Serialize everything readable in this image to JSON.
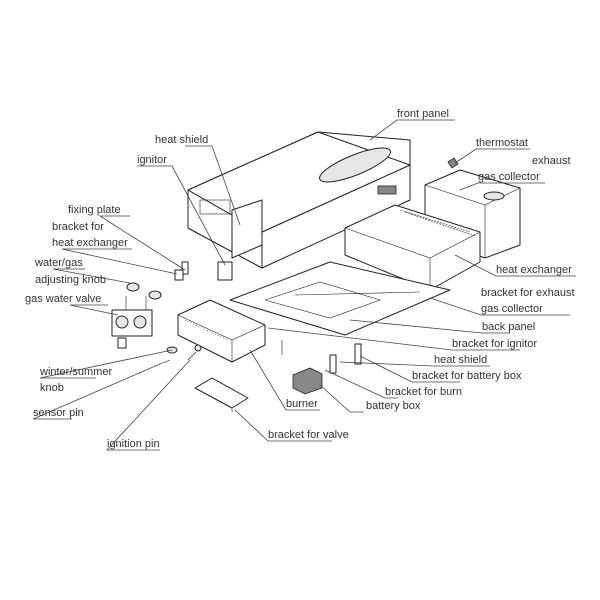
{
  "diagram": {
    "labels": {
      "front_panel": "front panel",
      "heat_shield_top": "heat shield",
      "ignitor": "ignitor",
      "thermostat": "thermostat",
      "exhaust_1": "exhaust",
      "exhaust_2": "gas collector",
      "fixing_plate": "fixing plate",
      "bracket_hx_1": "bracket for",
      "bracket_hx_2": "heat exchanger",
      "knob_1": "water/gas",
      "knob_2": "adjusting knob",
      "gas_water_valve": "gas water valve",
      "heat_exchanger": "heat exchanger",
      "bracket_exhaust_1": "bracket for exhaust",
      "bracket_exhaust_2": "gas collector",
      "back_panel": "back panel",
      "bracket_ignitor": "bracket for ignitor",
      "heat_shield_bottom": "heat shield",
      "bracket_battery": "bracket for battery box",
      "winter_1": "winter/summer",
      "winter_2": "knob",
      "bracket_burn": "bracket for burn",
      "battery_box": "battery box",
      "burner": "burner",
      "sensor_pin": "sensor pin",
      "ignition_pin": "ignition pin",
      "bracket_valve": "bracket for valve"
    }
  }
}
